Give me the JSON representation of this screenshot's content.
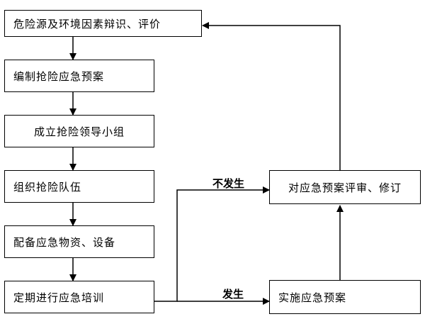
{
  "nodes": {
    "hazard_identification": "危险源及环境因素辩识、评价",
    "compile_plan": "编制抢险应急预案",
    "form_leadership": "成立抢险领导小组",
    "organize_team": "组织抢险队伍",
    "prepare_materials": "配备应急物资、设备",
    "regular_training": "定期进行应急培训",
    "review_revise": "对应急预案评审、修订",
    "implement_plan": "实施应急预案"
  },
  "edge_labels": {
    "not_occurred": "不发生",
    "occurred": "发生"
  }
}
